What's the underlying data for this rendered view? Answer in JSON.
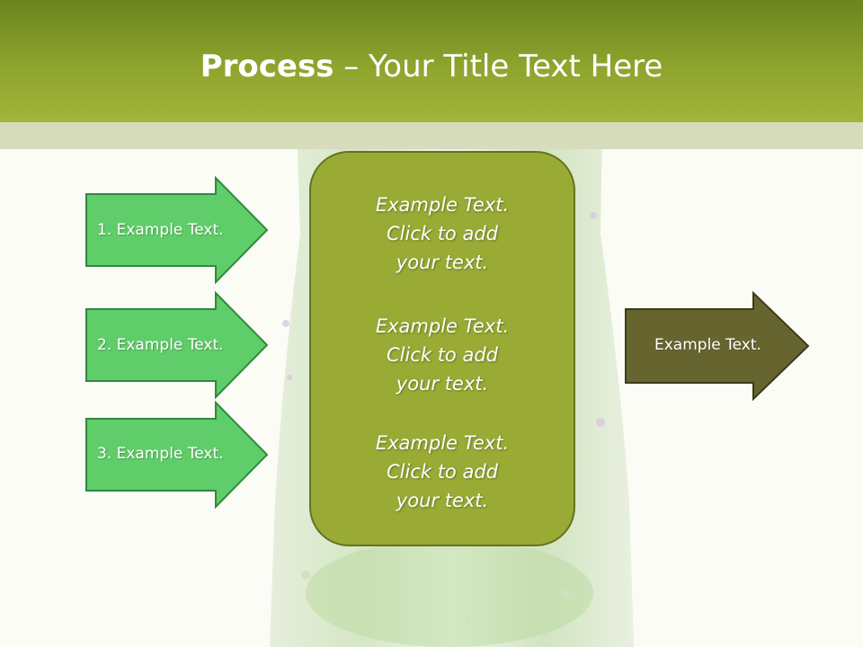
{
  "title": {
    "bold": "Process",
    "rest": " – Your Title Text Here"
  },
  "center_items": [
    "Example Text.\nClick  to add\nyour text.",
    "Example Text.\nClick  to add\nyour text.",
    "Example Text.\nClick  to add\nyour text."
  ],
  "left_arrows": [
    "1. Example Text.",
    "2. Example Text.",
    "3. Example Text."
  ],
  "right_arrow": "Example Text.",
  "colors": {
    "header": "#8ea42d",
    "center_box": "#9aab35",
    "left_arrow_fill": "#5fcd6a",
    "left_arrow_border": "#2f8a3a",
    "right_arrow_fill": "#66652f",
    "right_arrow_border": "#3c3c1b"
  }
}
